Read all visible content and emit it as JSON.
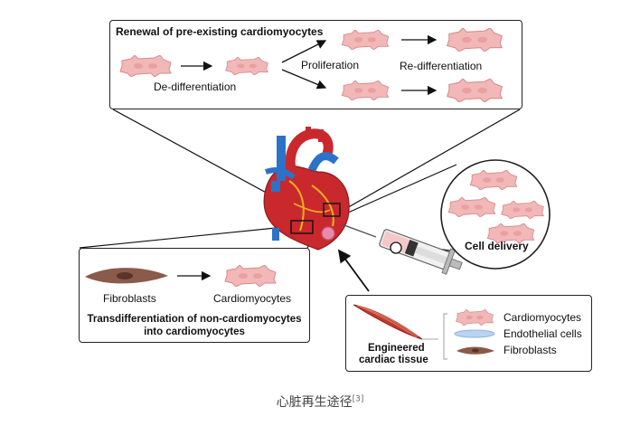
{
  "top_panel": {
    "title": "Renewal of pre-existing cardiomyocytes",
    "dedifferentiation": "De-differentiation",
    "proliferation": "Proliferation",
    "redifferentiation": "Re-differentiation"
  },
  "left_panel": {
    "fibroblasts": "Fibroblasts",
    "cardiomyocytes": "Cardiomyocytes",
    "title_line1": "Transdifferentiation of non-cardiomyocytes",
    "title_line2": "into cardiomyocytes"
  },
  "right_circle": {
    "label": "Cell delivery"
  },
  "bottom_right_panel": {
    "tissue_line1": "Engineered",
    "tissue_line2": "cardiac tissue",
    "legend": [
      "Cardiomyocytes",
      "Endothelial cells",
      "Fibroblasts"
    ]
  },
  "caption": {
    "text": "心脏再生途径",
    "ref": "[3]"
  },
  "colors": {
    "cardiomyocyte_fill": "#f2b8b8",
    "cardiomyocyte_stroke": "#d98a8a",
    "fibroblast": "#8a5a4a",
    "endothelial": "#b9d4f2",
    "heart_red": "#c9282d",
    "vessel_blue": "#2b73c9",
    "muscle_red": "#c0392b"
  }
}
